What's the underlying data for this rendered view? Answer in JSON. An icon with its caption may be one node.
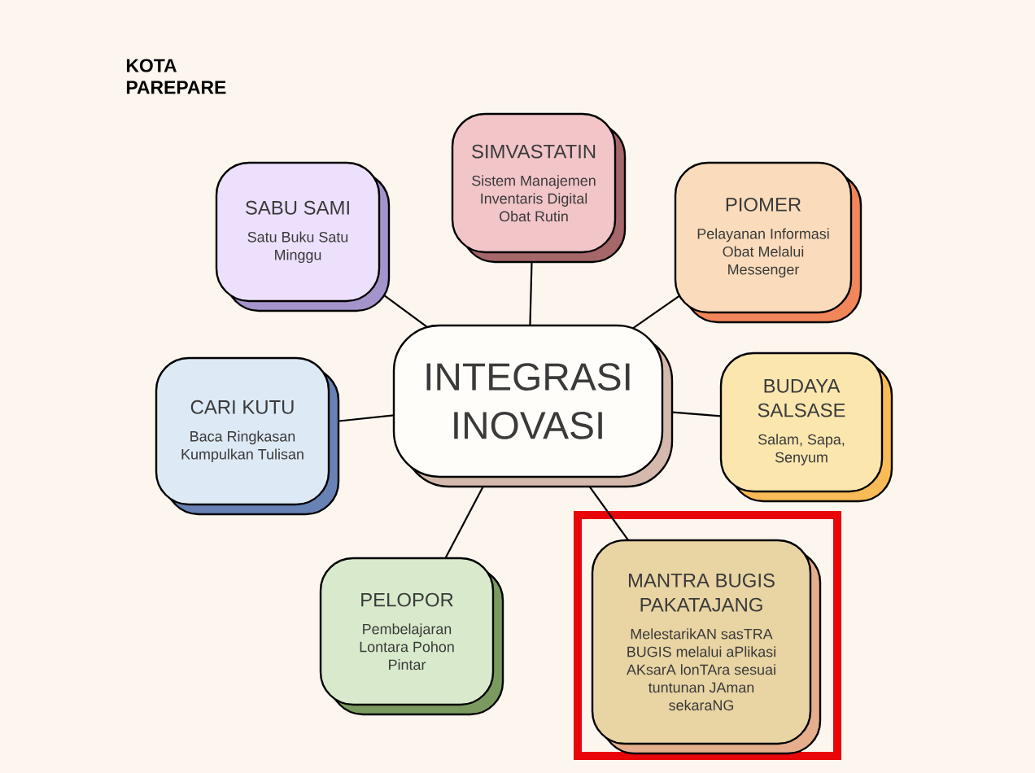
{
  "diagram": {
    "nodes": [
      {
        "text": [
          "INTEGRASI INOVASI"
        ]
      },
      {
        "text": [
          "SIMVASTATIN",
          "Sistem Manajemen Inventaris Digital Obat Rutin"
        ]
      },
      {
        "text": [
          "SABU SAMI",
          "Satu Buku Satu Minggu"
        ]
      },
      {
        "text": [
          "PIOMER",
          "Pelayanan Informasi Obat Melalui Messenger"
        ]
      },
      {
        "text": [
          "CARI KUTU",
          "Baca Ringkasan Kumpulkan Tulisan"
        ]
      },
      {
        "text": [
          "BUDAYA SALSASE",
          "Salam, Sapa, Senyum"
        ]
      },
      {
        "text": [
          "PELOPOR",
          "Pembelajaran Lontara Pohon Pintar"
        ]
      },
      {
        "text": [
          "MANTRA BUGIS PAKATAJANG",
          "MelestarikAN sasTRA BUGIS melalui aPlikasi AKsarA lonTAra sesuai tuntunan JAman sekaraNG"
        ]
      }
    ],
    "edges": [
      {
        "from": 0,
        "to": 1,
        "arrow": "none"
      },
      {
        "from": 0,
        "to": 2,
        "arrow": "none"
      },
      {
        "from": 0,
        "to": 3,
        "arrow": "none"
      },
      {
        "from": 0,
        "to": 4,
        "arrow": "none"
      },
      {
        "from": 0,
        "to": 5,
        "arrow": "none"
      },
      {
        "from": 0,
        "to": 6,
        "arrow": "none"
      },
      {
        "from": 0,
        "to": 7,
        "arrow": "none"
      }
    ],
    "labels": [
      "KOTA PAREPARE"
    ]
  }
}
